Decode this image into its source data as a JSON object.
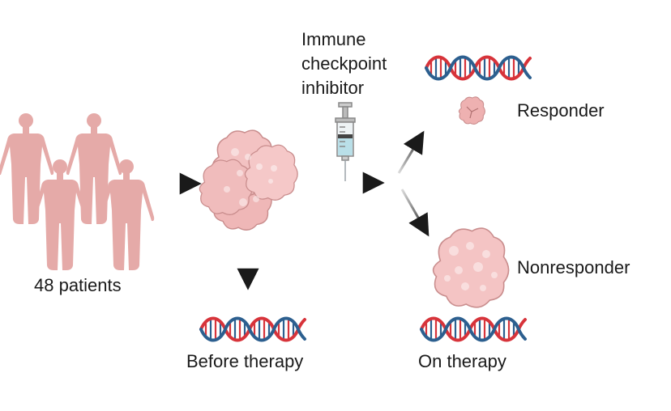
{
  "labels": {
    "patients": "48 patients",
    "drug_line1": "Immune",
    "drug_line2": "checkpoint",
    "drug_line3": "inhibitor",
    "responder": "Responder",
    "nonresponder": "Nonresponder",
    "before": "Before therapy",
    "on": "On therapy"
  },
  "icons": {
    "patients": "human-figure-icon",
    "tumor": "tumor-cluster-icon",
    "syringe": "syringe-icon",
    "dna": "dna-helix-icon"
  },
  "colors": {
    "figure": "#e5aaa8",
    "tumor_fill": "#f3c2c2",
    "tumor_stroke": "#c98d8d",
    "dna_red": "#d7333a",
    "dna_blue": "#2c5f8f",
    "arrow": "#1a1a1a"
  }
}
